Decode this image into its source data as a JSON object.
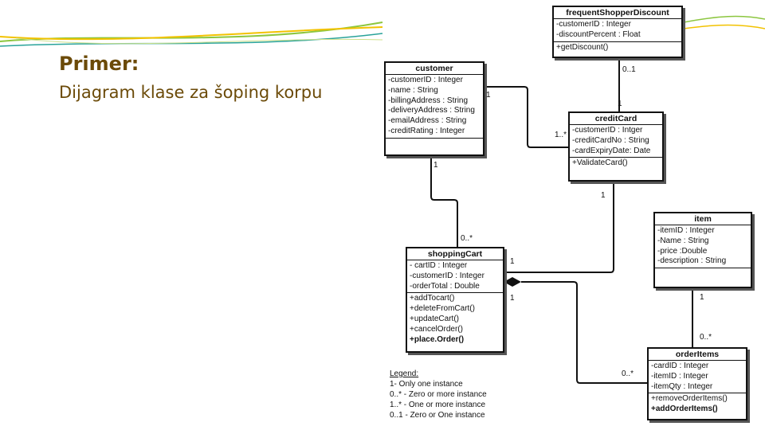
{
  "slide": {
    "title": "Primer:",
    "subtitle": "Dijagram klase za šoping korpu"
  },
  "classes": {
    "frequentShopperDiscount": {
      "name": "frequentShopperDiscount",
      "attributes": [
        "-customerID : Integer",
        "-discountPercent : Float"
      ],
      "methods": [
        "+getDiscount()"
      ]
    },
    "customer": {
      "name": "customer",
      "attributes": [
        "-customerID : Integer",
        "-name : String",
        "-billingAddress : String",
        "-deliveryAddress : String",
        "-emailAddress : String",
        "-creditRating : Integer"
      ],
      "methods": []
    },
    "creditCard": {
      "name": "creditCard",
      "attributes": [
        "-customerID : Intger",
        "-creditCardNo : String",
        "-cardExpiryDate: Date"
      ],
      "methods": [
        "+ValidateCard()"
      ]
    },
    "item": {
      "name": "item",
      "attributes": [
        "-itemID : Integer",
        "-Name : String",
        "-price :Double",
        "-description : String"
      ],
      "methods": []
    },
    "shoppingCart": {
      "name": "shoppingCart",
      "attributes": [
        "- cartID : Integer",
        "-customerID : Integer",
        "-orderTotal : Double"
      ],
      "methods": [
        "+addTocart()",
        "+deleteFromCart()",
        "+updateCart()",
        "+cancelOrder()",
        "+place.Order()"
      ]
    },
    "orderItems": {
      "name": "orderItems",
      "attributes": [
        "-cardID : Integer",
        "-itemID : Integer",
        "-itemQty : Integer"
      ],
      "methods": [
        "+removeOrderItems()",
        "+addOrderItems()"
      ]
    }
  },
  "multiplicities": {
    "fsd_cc_top": "0..1",
    "fsd_cc_bottom": "1",
    "cust_cc_left": "1",
    "cust_cc_right": "1..*",
    "cust_cart_top": "1",
    "cust_cart_bottom": "0..*",
    "cc_cart_top": "1",
    "cc_cart_left": "1",
    "cart_oi_left": "1",
    "item_oi_top": "1",
    "item_oi_bottom": "0..*",
    "cart_oi_right": "0..*"
  },
  "legend": {
    "title": "Legend:",
    "lines": [
      "1-  Only one instance",
      "0..* - Zero or more instance",
      "1..* - One or more instance",
      "0..1 - Zero or One instance"
    ]
  },
  "colors": {
    "title": "#6b4a08",
    "swoosh_green": "#8cc63f",
    "swoosh_yellow": "#f2c200",
    "swoosh_teal": "#2aa39a"
  }
}
